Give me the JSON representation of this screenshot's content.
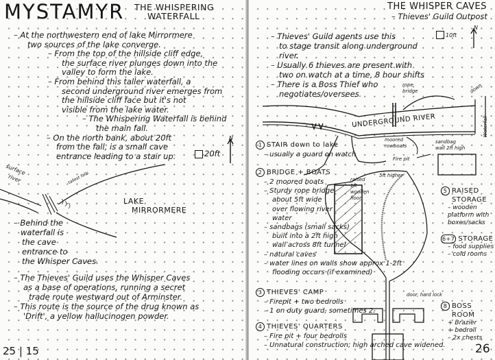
{
  "left_page": {
    "title": "MYSTAMYR",
    "subtitle_line1": "THE WHISPERING",
    "subtitle_line2": "WATERFALL",
    "notes": [
      "– At the northwestern end of lake Mirrormere",
      "two sources of the lake converge.",
      "– From the top of the hillside cliff edge,",
      "the surface river plunges down into the",
      "valley to form the lake.",
      "– From behind this taller waterfall, a",
      "second underground river emerges from",
      "the hillside cliff face but it's not",
      "visible from the lake water.",
      "– The Whispering Waterfall is behind",
      "the main fall.",
      "– On the north bank, about 20ft",
      "from the fall, is a small cave",
      "entrance leading to a stair up."
    ],
    "scale_label": "20ft",
    "north_label": "N",
    "map": {
      "surface_river_label_1": "surface",
      "surface_river_label_2": "river",
      "waterfall_label": "tallest falls",
      "lake_label_1": "LAKE",
      "lake_label_2": "MIRRORMERE"
    },
    "notes2": [
      "– Behind the",
      "waterfall is",
      "the cave",
      "entrance to",
      "the Whisper Caves."
    ],
    "notes3": [
      "– The Thieves' Guild uses the Whisper Caves",
      "as a base of operations, running a secret",
      "trade route westward out of Arminster.",
      "– This route is the source of the drug known as",
      "'Drift', a yellow hallucinogen powder."
    ],
    "page_number": "25 | 15"
  },
  "right_page": {
    "title": "THE WHISPER CAVES",
    "subtitle": "– Thieves' Guild Outpost",
    "scale_label": "10ft",
    "north_label": "N",
    "notes": [
      "– Thieves' Guild agents use this",
      "to stage transit along underground",
      "river.",
      "– Usually 6 thieves are present with",
      "two on watch at a time, 8 hour shifts",
      "– There is a Boss Thief who",
      "negotiates/oversees."
    ],
    "map": {
      "river_label": "UNDERGROUND RIVER",
      "rope_bridge": "rope bridge",
      "moored_boats": "moored rowboats",
      "sandbag_wall": "sandbag wall 2ft high",
      "down": "down",
      "waterfall": "Waterfall",
      "fire_pit": "Fire pit",
      "five_ft_higher": "5ft higher",
      "raised_floor": "raised 1ft wooden floor",
      "door": "door, hard lock"
    },
    "key": [
      {
        "num": "1",
        "title": "STAIR down to lake",
        "lines": [
          "– usually a guard on watch"
        ]
      },
      {
        "num": "2",
        "title": "BRIDGE + BOATS",
        "lines": [
          "– 2 moored boats",
          "– Sturdy rope bridge",
          "about 5ft wide",
          "over flowing river",
          "water",
          "– sandbags (small sacks)",
          "built into a 2ft high",
          "wall across 8ft tunnel",
          "– natural caves",
          "– water lines on walls show approx 1-2ft",
          "flooding occurs (if examined)"
        ]
      },
      {
        "num": "3",
        "title": "THIEVES' CAMP",
        "lines": [
          "– Firepit + two bedrolls",
          "– 1 on duty guard, sometimes 2."
        ]
      },
      {
        "num": "4",
        "title": "THIEVES' QUARTERS",
        "lines": [
          "– Fire pit + four bedrolls",
          "– Unnatural construction; high arched cave widened."
        ]
      }
    ],
    "key_right": [
      {
        "num": "5",
        "title_1": "RAISED",
        "title_2": "STORAGE",
        "lines": [
          "– wooden",
          "platform with",
          "boxes/sacks"
        ]
      },
      {
        "num": "6+7",
        "title_1": "STORAGE",
        "lines": [
          "– food supplies",
          "– cold rooms"
        ]
      },
      {
        "num": "8",
        "title_1": "BOSS",
        "title_2": "ROOM",
        "lines": [
          "+ Brazier",
          "+ bedroll",
          "– 2x chests"
        ]
      }
    ],
    "page_number": "26"
  }
}
